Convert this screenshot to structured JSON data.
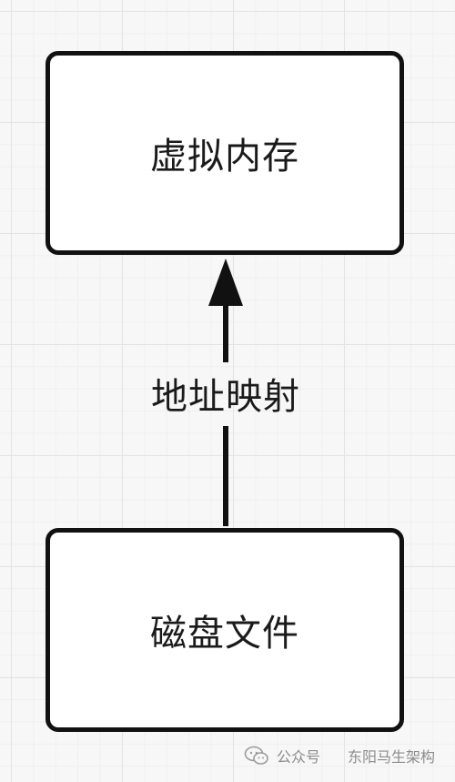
{
  "diagram": {
    "nodes": [
      {
        "id": "virtual-memory",
        "label": "虚拟内存"
      },
      {
        "id": "disk-file",
        "label": "磁盘文件"
      }
    ],
    "edges": [
      {
        "from": "disk-file",
        "to": "virtual-memory",
        "label": "地址映射"
      }
    ],
    "colors": {
      "stroke": "#111111",
      "node_fill": "#ffffff",
      "text": "#1a1a1a"
    }
  },
  "watermark": {
    "icon": "wechat-icon",
    "source": "公众号",
    "author": "东阳马生架构"
  }
}
